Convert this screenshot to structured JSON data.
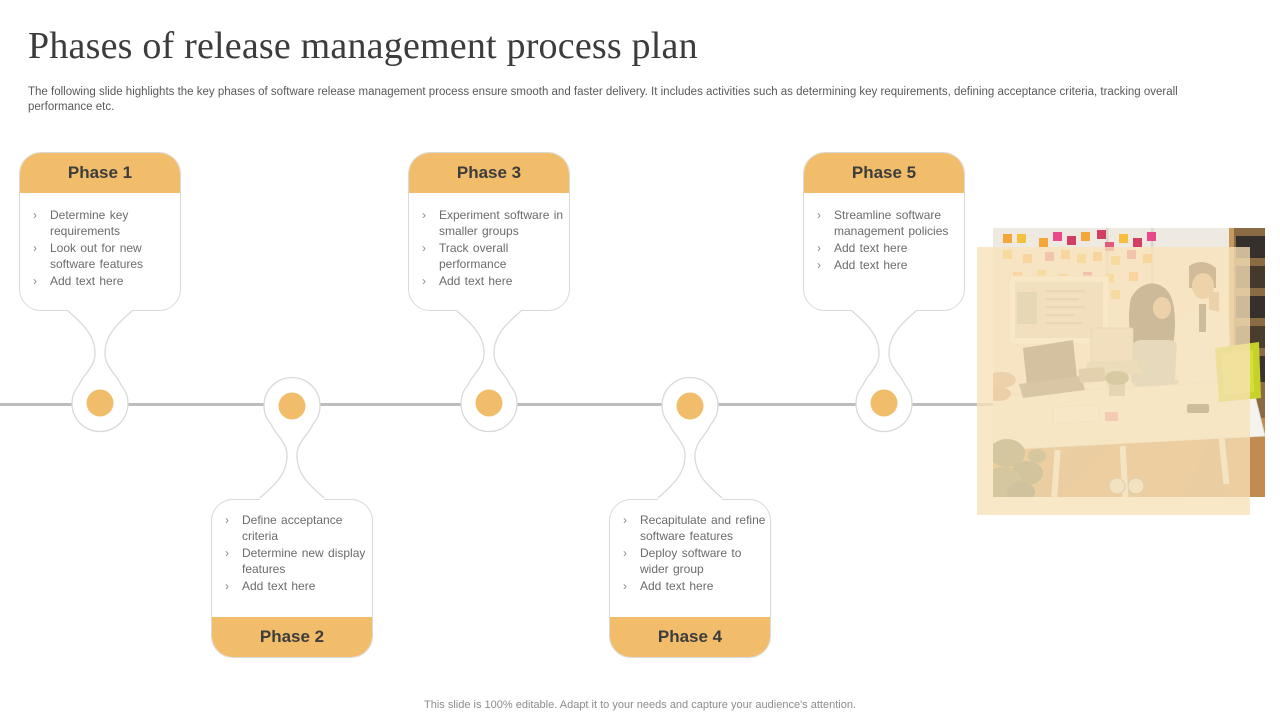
{
  "slide": {
    "title": "Phases of release management process plan",
    "subtitle": "The following slide highlights the key phases of software release management process ensure smooth and faster delivery. It includes activities such as determining key requirements, defining acceptance criteria, tracking overall performance etc.",
    "footer": "This slide is 100% editable. Adapt it to your needs and capture your audience's attention."
  },
  "ui": {
    "bullet_marker": "›"
  },
  "colors": {
    "accent_orange": "#f1bd6b",
    "timeline_gray": "#bdbdbd",
    "card_border": "#d9d9d9",
    "header_text": "#3d3d3d",
    "body_text": "#6b6b6b",
    "cream_overlay": "#f7e1b8"
  },
  "phases": [
    {
      "label": "Phase 1",
      "position": "above",
      "bullets": [
        "Determine key requirements",
        "Look out for new software features",
        "Add text here"
      ]
    },
    {
      "label": "Phase 2",
      "position": "below",
      "bullets": [
        "Define acceptance criteria",
        "Determine new display features",
        "Add text here"
      ]
    },
    {
      "label": "Phase 3",
      "position": "above",
      "bullets": [
        "Experiment software in smaller groups",
        "Track overall performance",
        "Add text here"
      ]
    },
    {
      "label": "Phase 4",
      "position": "below",
      "bullets": [
        "Recapitulate and refine software features",
        "Deploy software to wider group",
        "Add text here"
      ]
    },
    {
      "label": "Phase 5",
      "position": "above",
      "bullets": [
        "Streamline software management policies",
        "Add text here",
        "Add text here"
      ]
    }
  ]
}
